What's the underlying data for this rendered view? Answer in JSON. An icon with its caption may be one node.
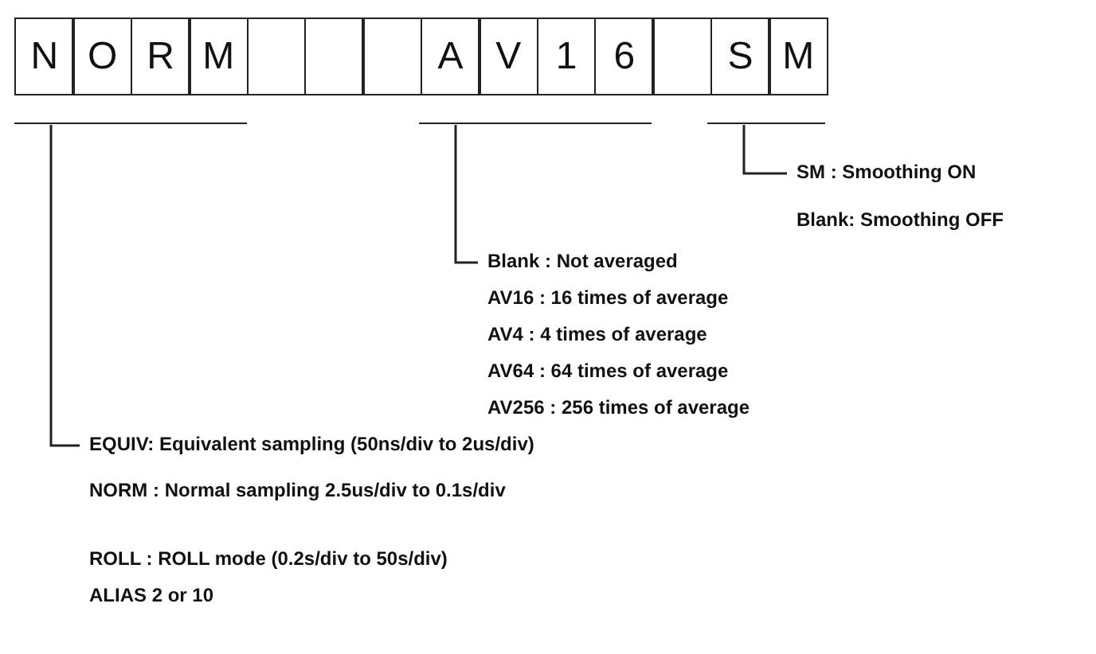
{
  "diagram": {
    "nodes": [
      {
        "text": [
          "N"
        ]
      },
      {
        "text": [
          "O"
        ]
      },
      {
        "text": [
          "R"
        ]
      },
      {
        "text": [
          "M"
        ]
      },
      {
        "text": [],
        "shape": "box"
      },
      {
        "text": [],
        "shape": "box"
      },
      {
        "text": [],
        "shape": "box"
      },
      {
        "text": [
          "A"
        ]
      },
      {
        "text": [
          "V"
        ]
      },
      {
        "text": [
          "1"
        ]
      },
      {
        "text": [
          "6"
        ]
      },
      {
        "text": [],
        "shape": "box"
      },
      {
        "text": [
          "S"
        ]
      },
      {
        "text": [
          "M"
        ]
      },
      {
        "text": [],
        "shape": "bar"
      },
      {
        "text": [],
        "shape": "bar"
      },
      {
        "text": [],
        "shape": "bar"
      },
      {
        "text": [
          "SM : Smoothing ON",
          "Blank: Smoothing OFF"
        ]
      },
      {
        "text": [
          "Blank : Not averaged",
          "AV16 : 16 times of average",
          "AV4 : 4 times of average",
          "AV64 : 64 times of average",
          "AV256 : 256 times of average"
        ]
      },
      {
        "text": [
          "EQUIV: Equivalent sampling (50ns/div to 2us/div)",
          "NORM : Normal sampling 2.5us/div to 0.1s/div",
          "ROLL : ROLL mode (0.2s/div to 50s/div)",
          "ALIAS 2 or 10"
        ]
      }
    ],
    "edges": [
      {
        "from": 17,
        "to": 16,
        "arrow": "none"
      },
      {
        "from": 18,
        "to": 15,
        "arrow": "none"
      },
      {
        "from": 19,
        "to": 14,
        "arrow": "none"
      }
    ]
  }
}
